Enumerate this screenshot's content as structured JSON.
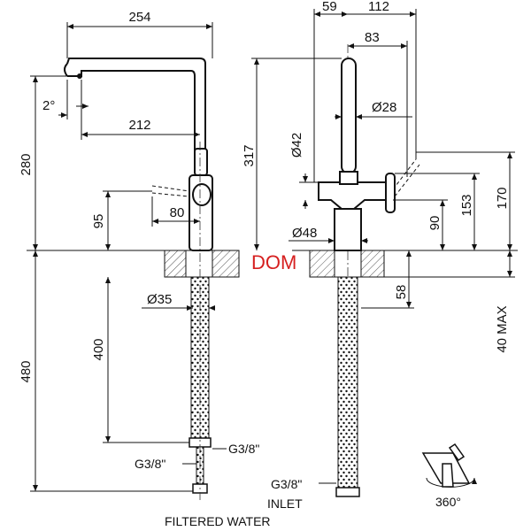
{
  "brand": "DOM",
  "dimensions": {
    "overall_width": "254",
    "spout_angle": "2°",
    "spout_reach": "212",
    "height_280": "280",
    "lever_offset": "80",
    "lever_height": "95",
    "base_diameter": "Ø35",
    "hose_400": "400",
    "under_480": "480",
    "thread_g38_a": "G3/8\"",
    "thread_g38_b": "G3/8\"",
    "side_59": "59",
    "side_112": "112",
    "side_83": "83",
    "spout_diameter": "Ø28",
    "body_diameter_42": "Ø42",
    "height_317": "317",
    "height_153": "153",
    "height_170": "170",
    "height_90": "90",
    "base_diameter_48": "Ø48",
    "deck_58": "58",
    "deck_40max": "40 MAX",
    "thread_g38_c": "G3/8\"",
    "rotation": "360°"
  },
  "labels": {
    "inlet": "INLET",
    "filtered_water": "FILTERED WATER"
  }
}
